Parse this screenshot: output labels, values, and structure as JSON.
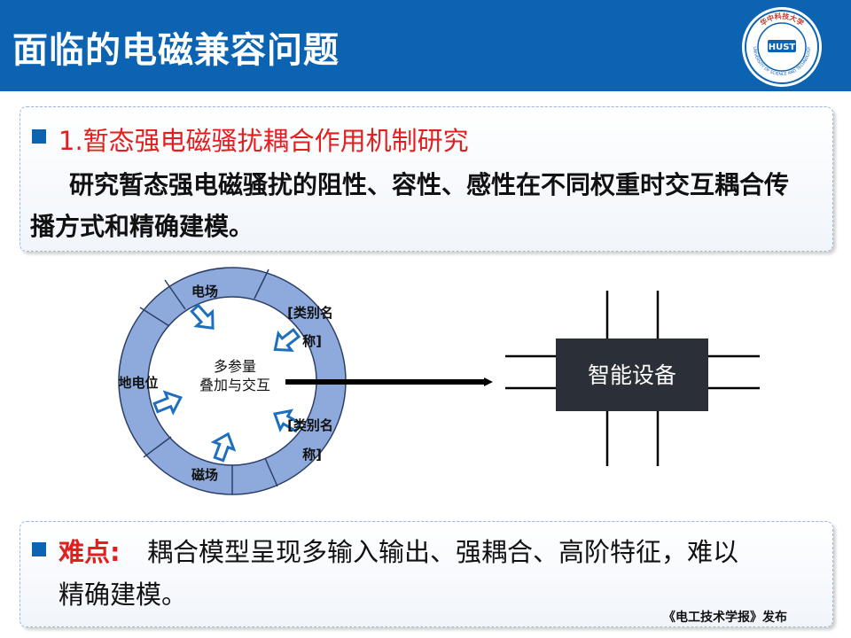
{
  "header": {
    "title": "面临的电磁兼容问题",
    "logo": {
      "icon": "university-seal-icon",
      "top_text": "华中科技大学",
      "abbr": "HUST",
      "side_text": "UNIVERSITY OF SCIENCE AND TECHNOLOGY"
    }
  },
  "section1": {
    "heading": "1.暂态强电磁骚扰耦合作用机制研究",
    "body_line1": "研究暂态强电磁骚扰的阻性、容性、感性在不同权重时交互耦合传",
    "body_line2": "播方式和精确建模。"
  },
  "diagram": {
    "ring_labels": {
      "top": "电场",
      "upper_right_1": "[类别名",
      "upper_right_2": "称]",
      "left": "地电位",
      "lower_right_1": "[类别名",
      "lower_right_2": "称]",
      "bottom": "磁场"
    },
    "center_line1": "多参量",
    "center_line2": "叠加与交互",
    "device_label": "智能设备",
    "colors": {
      "ring_fill": "#8eaadc",
      "arrow_stroke": "#1f6fbf",
      "device_fill": "#2b2f38"
    }
  },
  "section2": {
    "label": "难点:",
    "text_line1": "耦合模型呈现多输入输出、强耦合、高阶特征，难以",
    "text_line2": "精确建模。"
  },
  "footer": {
    "publish": "《电工技术学报》发布"
  },
  "colors": {
    "header": "#0b63b1",
    "accent_red": "#e41e1e"
  }
}
